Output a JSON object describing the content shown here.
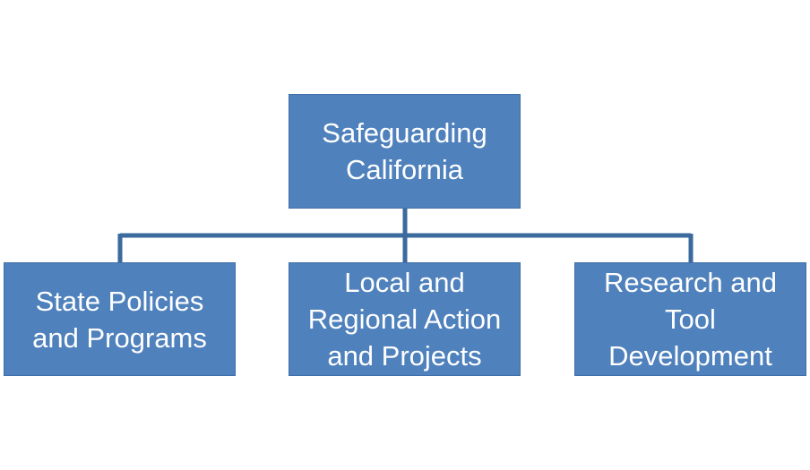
{
  "diagram": {
    "root": {
      "label": "Safeguarding\nCalifornia"
    },
    "children": [
      {
        "label": "State Policies\nand Programs"
      },
      {
        "label": "Local and\nRegional Action\nand Projects"
      },
      {
        "label": "Research and\nTool\nDevelopment"
      }
    ],
    "colors": {
      "node_fill": "#4f81bd",
      "connector": "#3a6a9e",
      "text": "#ffffff"
    }
  }
}
